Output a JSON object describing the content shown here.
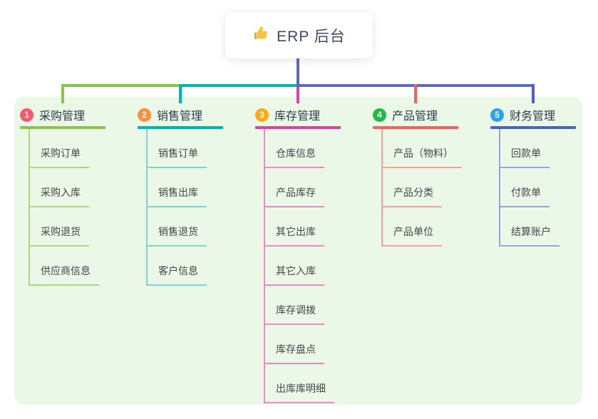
{
  "root": {
    "title": "ERP 后台",
    "icon": "thumbs-up-icon",
    "icon_color": "#f9c23c"
  },
  "connector": {
    "stem_color": "#5b68c4"
  },
  "panel_color": "#ebf7e7",
  "branches": [
    {
      "num": "1",
      "label": "采购管理",
      "badge_color": "#f8596e",
      "line_color": "#8bc34a",
      "child_line_color": "#aed581",
      "children": [
        "采购订单",
        "采购入库",
        "采购退货",
        "供应商信息"
      ]
    },
    {
      "num": "2",
      "label": "销售管理",
      "badge_color": "#fb8f3d",
      "line_color": "#00b5ad",
      "child_line_color": "#7fd4cc",
      "children": [
        "销售订单",
        "销售出库",
        "销售退货",
        "客户信息"
      ]
    },
    {
      "num": "3",
      "label": "库存管理",
      "badge_color": "#fbab18",
      "line_color": "#e0409f",
      "child_line_color": "#ef8ac4",
      "children": [
        "仓库信息",
        "产品库存",
        "其它出库",
        "其它入库",
        "库存调拨",
        "库存盘点",
        "出库库明细"
      ]
    },
    {
      "num": "4",
      "label": "产品管理",
      "badge_color": "#23b84c",
      "line_color": "#f5605c",
      "child_line_color": "#f8a09a",
      "children": [
        "产品（物料）",
        "产品分类",
        "产品单位"
      ]
    },
    {
      "num": "5",
      "label": "财务管理",
      "badge_color": "#30a3e6",
      "line_color": "#4b63c8",
      "child_line_color": "#93a4dc",
      "children": [
        "回款单",
        "付款单",
        "结算账户"
      ]
    }
  ]
}
